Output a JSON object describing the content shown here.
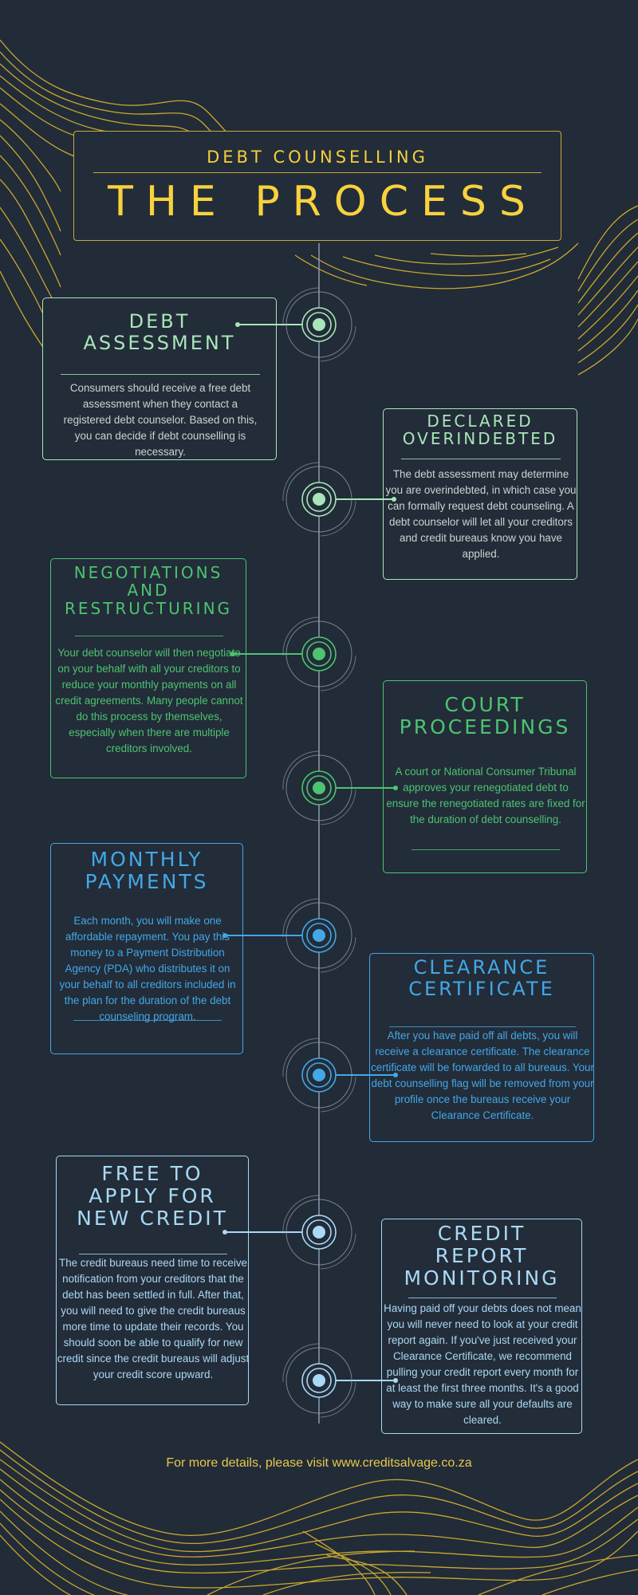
{
  "header": {
    "subtitle": "DEBT COUNSELLING",
    "title": "THE PROCESS"
  },
  "colors": {
    "background": "#222b38",
    "gold": "#f8d23d",
    "mint": "#a8e6b8",
    "green": "#4cc470",
    "blue": "#42a8e6",
    "light_blue": "#a9d9f5",
    "spine": "#8e9bad"
  },
  "steps": [
    {
      "title_lines": [
        "DEBT",
        "ASSESSMENT"
      ],
      "body": "Consumers should receive a free debt assessment when they contact a registered debt counselor. Based on this, you can decide if debt counselling is necessary.",
      "side": "left",
      "color": "mint"
    },
    {
      "title_lines": [
        "DECLARED",
        "OVERINDEBTED"
      ],
      "body": "The debt assessment may determine you are overindebted, in which case you can formally request debt counseling. A debt counselor will let all your creditors and credit bureaus know you have applied.",
      "side": "right",
      "color": "mint"
    },
    {
      "title_lines": [
        "NEGOTIATIONS",
        "AND",
        "RESTRUCTURING"
      ],
      "body": "Your debt counselor will then negotiate on your behalf with all your creditors to reduce your monthly payments on all credit agreements. Many people cannot do this process by themselves, especially when there are multiple creditors involved.",
      "side": "left",
      "color": "green"
    },
    {
      "title_lines": [
        "COURT",
        "PROCEEDINGS"
      ],
      "body": "A court or National Consumer Tribunal approves your renegotiated debt to ensure the renegotiated rates are fixed for the duration of debt counselling.",
      "side": "right",
      "color": "green"
    },
    {
      "title_lines": [
        "MONTHLY",
        "PAYMENTS"
      ],
      "body": "Each month, you will make one affordable repayment. You pay this money to a Payment Distribution Agency (PDA) who distributes it on your behalf to all creditors included in the plan for the duration of the debt counseling program.",
      "side": "left",
      "color": "blue"
    },
    {
      "title_lines": [
        "CLEARANCE",
        "CERTIFICATE"
      ],
      "body": "After you have paid off all debts, you will receive a clearance certificate. The clearance certificate will be forwarded to all bureaus. Your debt counselling flag will be removed from your profile once the bureaus receive your Clearance Certificate.",
      "side": "right",
      "color": "blue"
    },
    {
      "title_lines": [
        "FREE TO",
        "APPLY FOR",
        "NEW CREDIT"
      ],
      "body": "The credit bureaus need time to receive notification from your creditors that the debt has been settled in full. After that, you will need to give the credit bureaus more time to update their records. You should soon be able to qualify for new credit since the credit bureaus will adjust your credit score upward.",
      "side": "left",
      "color": "light_blue"
    },
    {
      "title_lines": [
        "CREDIT",
        "REPORT",
        "MONITORING"
      ],
      "body": "Having paid off your debts does not mean you will never need to look at your credit report again. If you've just received your Clearance Certificate, we recommend pulling your credit report every month for at least the first three months. It's a good way to make sure all your defaults are cleared.",
      "side": "right",
      "color": "light_blue"
    }
  ],
  "footer": {
    "text": "For more details, please visit www.creditsalvage.co.za"
  }
}
